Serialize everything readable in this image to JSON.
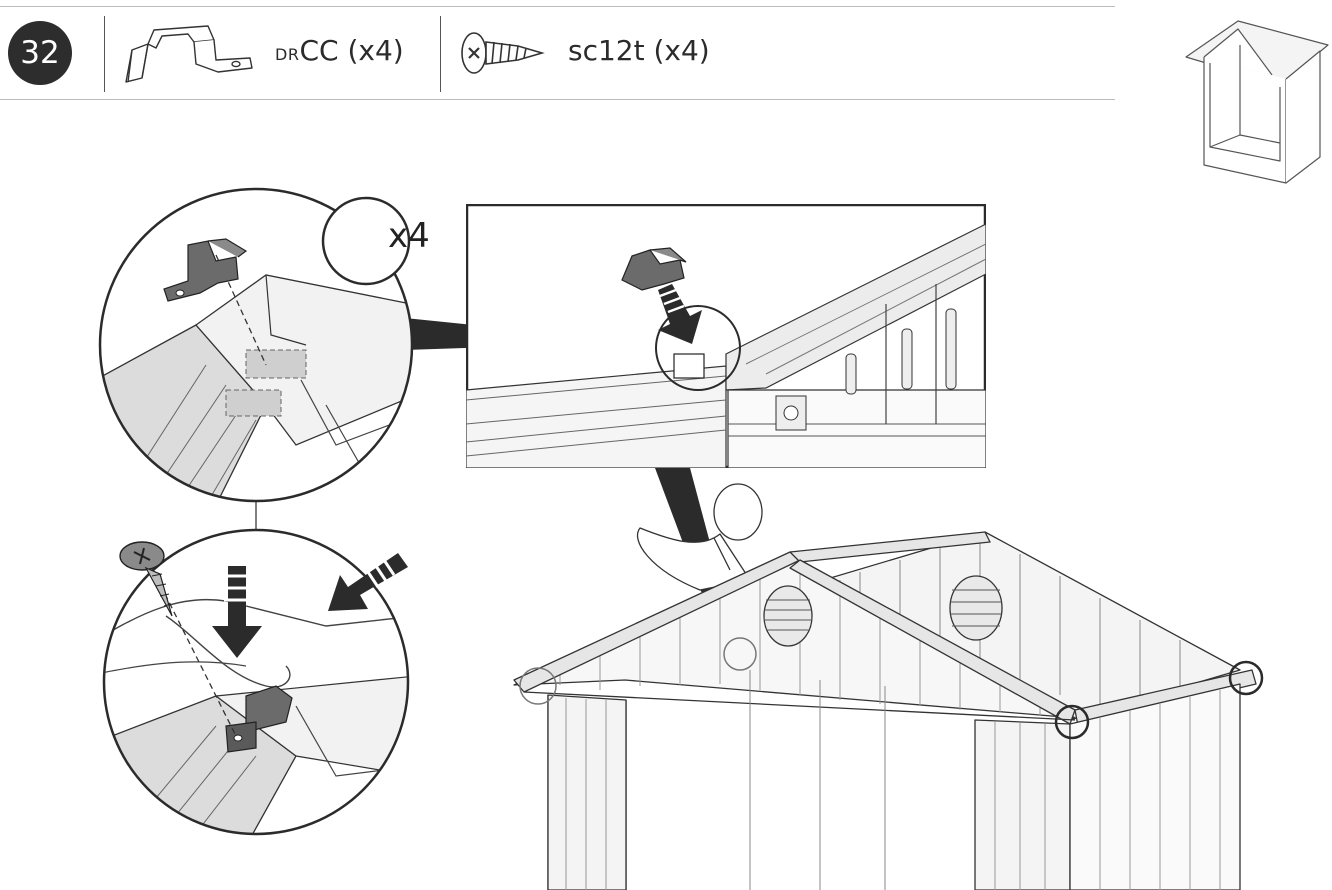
{
  "step": {
    "number": "32"
  },
  "parts": [
    {
      "icon": "bracket-icon",
      "prefix": "DR",
      "code": "CC",
      "qty": "(x4)"
    },
    {
      "icon": "screw-icon",
      "code": "sc12t",
      "qty": "(x4)"
    }
  ],
  "detail": {
    "repeat_label": "x4"
  },
  "colors": {
    "ink": "#2d2d2d",
    "part_gray": "#6b6b6b",
    "panel_gray": "#d9d9d9",
    "rule": "#bcbcbc"
  }
}
